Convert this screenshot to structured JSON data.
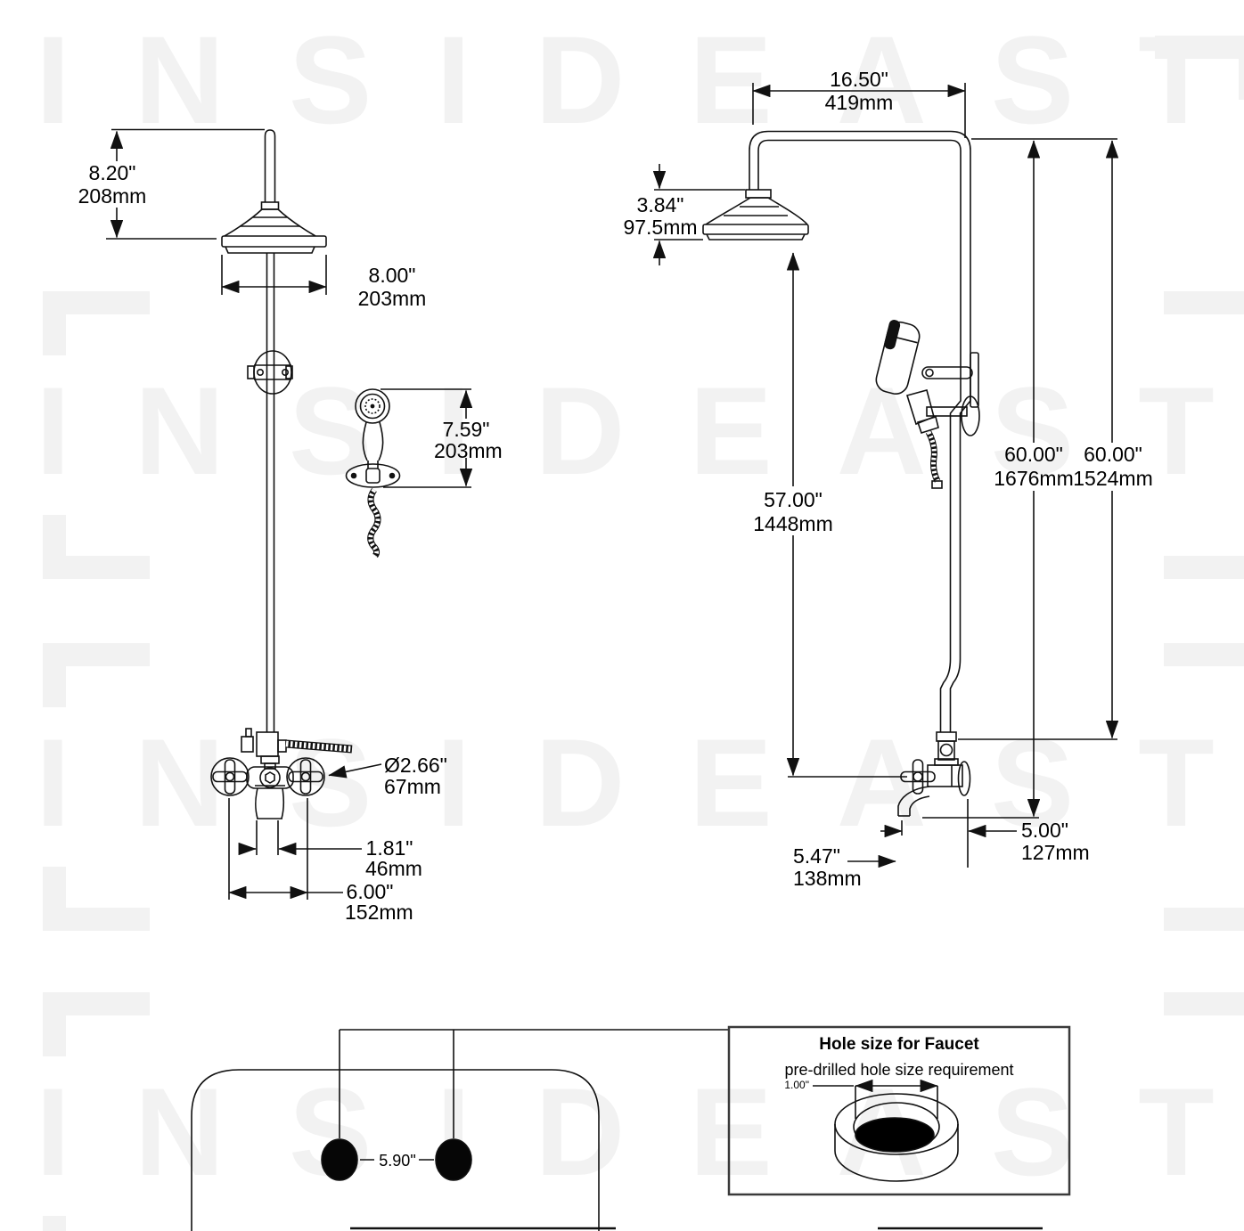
{
  "watermark": {
    "text": "INSIDEAST",
    "color": "#f2f2f2"
  },
  "front_view": {
    "head_height": {
      "in": "8.20\"",
      "mm": "208mm"
    },
    "head_width": {
      "in": "8.00\"",
      "mm": "203mm"
    },
    "handshower_height": {
      "in": "7.59\"",
      "mm": "203mm"
    },
    "handle_diameter": {
      "in": "Ø2.66\"",
      "mm": "67mm"
    },
    "spout_width": {
      "in": "1.81\"",
      "mm": "46mm"
    },
    "handle_spacing": {
      "in": "6.00\"",
      "mm": "152mm"
    }
  },
  "side_view": {
    "arm_reach": {
      "in": "16.50\"",
      "mm": "419mm"
    },
    "head_depth": {
      "in": "3.84\"",
      "mm": "97.5mm"
    },
    "height_to_spout": {
      "in": "57.00\"",
      "mm": "1448mm"
    },
    "height_total": {
      "in": "60.00\"",
      "mm": "1676mm"
    },
    "height_supply": {
      "in": "60.00\"",
      "mm": "1524mm"
    },
    "spout_reach": {
      "in": "5.00\"",
      "mm": "127mm"
    },
    "spout_projection": {
      "in": "5.47\"",
      "mm": "138mm"
    }
  },
  "deck_view": {
    "hole_spacing": "5.90\""
  },
  "detail_box": {
    "title": "Hole size for Faucet",
    "subtitle": "pre-drilled hole size requirement",
    "hole_diameter": "1.00\""
  }
}
